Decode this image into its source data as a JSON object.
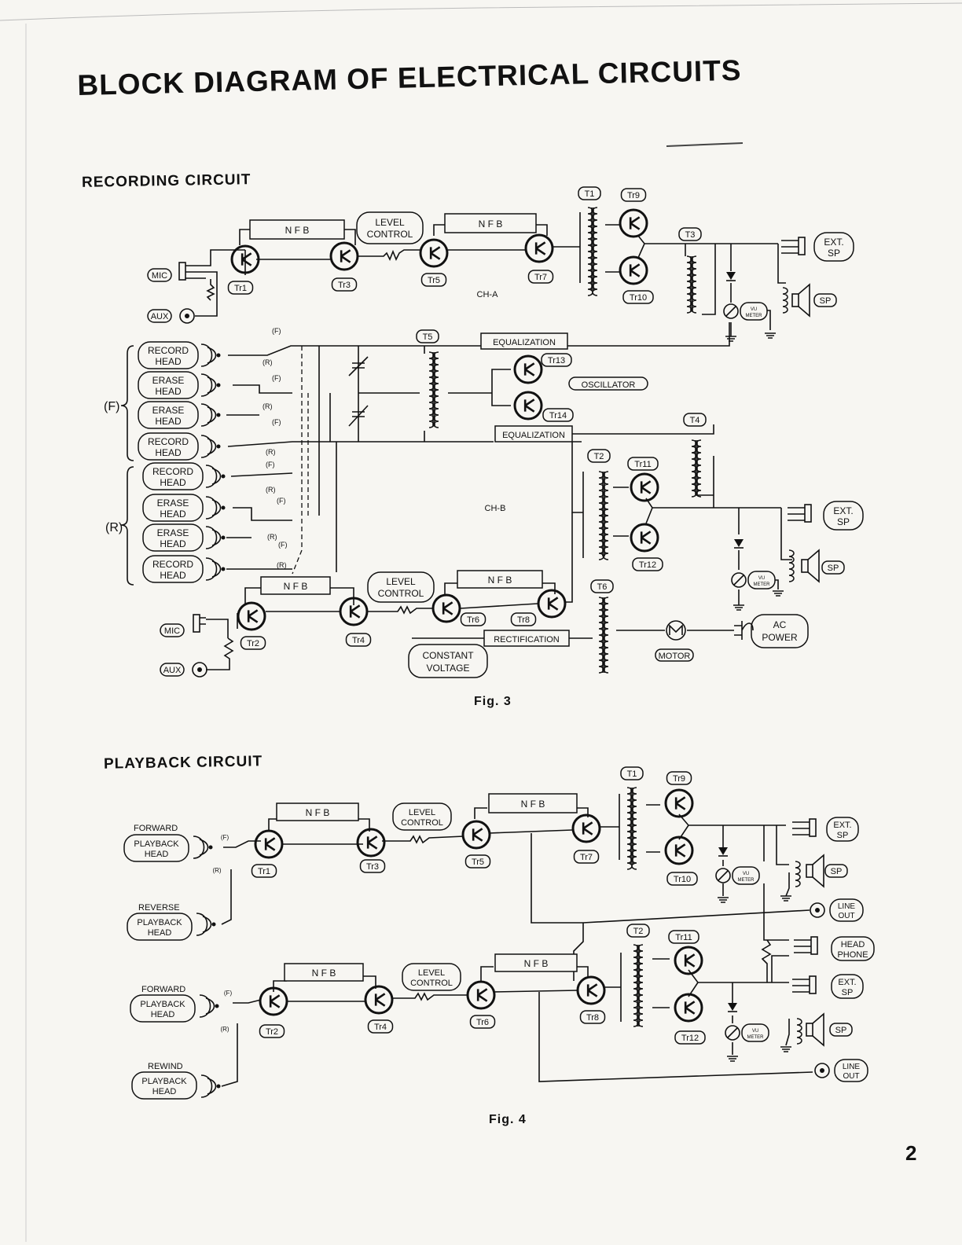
{
  "title": "BLOCK DIAGRAM OF ELECTRICAL CIRCUITS",
  "recording": {
    "heading": "RECORDING CIRCUIT",
    "fig": "Fig. 3",
    "labels": {
      "nfb": "N F B",
      "level_1": "LEVEL",
      "level_2": "CONTROL",
      "mic": "MIC",
      "aux": "AUX",
      "tr1": "Tr1",
      "tr2": "Tr2",
      "tr3": "Tr3",
      "tr4": "Tr4",
      "tr5": "Tr5",
      "tr6": "Tr6",
      "tr7": "Tr7",
      "tr8": "Tr8",
      "tr9": "Tr9",
      "tr10": "Tr10",
      "tr11": "Tr11",
      "tr12": "Tr12",
      "tr13": "Tr13",
      "tr14": "Tr14",
      "t1": "T1",
      "t2": "T2",
      "t3": "T3",
      "t4": "T4",
      "t5": "T5",
      "t6": "T6",
      "ch_a": "CH-A",
      "ch_b": "CH-B",
      "ext_1": "EXT.",
      "ext_2": "SP",
      "sp": "SP",
      "vu_1": "VU",
      "vu_2": "METER",
      "equalization": "EQUALIZATION",
      "oscillator": "OSCILLATOR",
      "rectification": "RECTIFICATION",
      "constant_1": "CONSTANT",
      "constant_2": "VOLTAGE",
      "motor": "MOTOR",
      "ac_1": "AC",
      "ac_2": "POWER",
      "group_f": "(F)",
      "group_r": "(R)",
      "sw_f": "(F)",
      "sw_r": "(R)"
    },
    "heads": [
      [
        "RECORD",
        "HEAD"
      ],
      [
        "ERASE",
        "HEAD"
      ],
      [
        "ERASE",
        "HEAD"
      ],
      [
        "RECORD",
        "HEAD"
      ],
      [
        "RECORD",
        "HEAD"
      ],
      [
        "ERASE",
        "HEAD"
      ],
      [
        "ERASE",
        "HEAD"
      ],
      [
        "RECORD",
        "HEAD"
      ]
    ]
  },
  "playback": {
    "heading": "PLAYBACK CIRCUIT",
    "fig": "Fig. 4",
    "labels": {
      "forward": "FORWARD",
      "reverse": "REVERSE",
      "rewind": "REWIND",
      "pb_1": "PLAYBACK",
      "pb_2": "HEAD",
      "line_1": "LINE",
      "line_2": "OUT",
      "hp_1": "HEAD",
      "hp_2": "PHONE"
    }
  },
  "page_number": "2"
}
